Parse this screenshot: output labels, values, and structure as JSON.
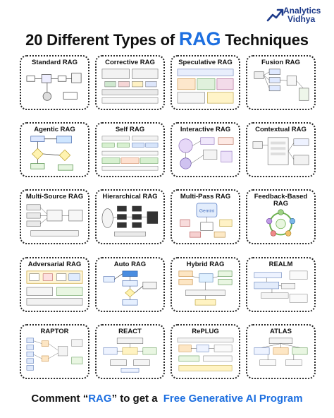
{
  "brand": {
    "line1": "Analytics",
    "line2": "Vidhya"
  },
  "headline": {
    "prefix": "20 Different Types of",
    "accent": "RAG",
    "suffix": "Techniques"
  },
  "cards": [
    {
      "title": "Standard RAG"
    },
    {
      "title": "Corrective RAG"
    },
    {
      "title": "Speculative RAG"
    },
    {
      "title": "Fusion RAG"
    },
    {
      "title": "Agentic RAG"
    },
    {
      "title": "Self RAG"
    },
    {
      "title": "Interactive RAG"
    },
    {
      "title": "Contextual RAG"
    },
    {
      "title": "Multi-Source RAG"
    },
    {
      "title": "Hierarchical RAG"
    },
    {
      "title": "Multi-Pass RAG"
    },
    {
      "title": "Feedback-Based RAG"
    },
    {
      "title": "Adversarial RAG"
    },
    {
      "title": "Auto RAG"
    },
    {
      "title": "Hybrid RAG"
    },
    {
      "title": "REALM"
    },
    {
      "title": "RAPTOR"
    },
    {
      "title": "REACT"
    },
    {
      "title": "RePLUG"
    },
    {
      "title": "ATLAS"
    }
  ],
  "cta": {
    "prefix": "Comment “",
    "keyword": "RAG",
    "middle": "” to get a",
    "program": "Free Generative AI Program"
  },
  "colors": {
    "accent": "#1d6fe0",
    "brand": "#1d3a8a"
  }
}
